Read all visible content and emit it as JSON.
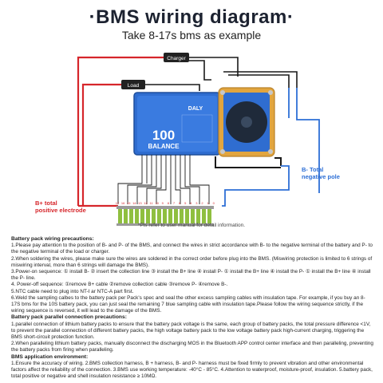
{
  "header": {
    "title": "·BMS wiring diagram·",
    "subtitle": "Take 8-17s bms as example"
  },
  "diagram": {
    "charger_label": "Charger",
    "load_label": "Load",
    "brand": "DALY",
    "product_number": "100",
    "product_name": "BALANCE",
    "b_plus_label_line1": "B+ total",
    "b_plus_label_line2": "positive electrode",
    "b_minus_label_line1": "B- Total",
    "b_minus_label_line2": "negative pole",
    "wire_numbers": [
      "17",
      "16",
      "15",
      "14",
      "13",
      "12",
      "11",
      "10",
      "9",
      "8",
      "7",
      "6",
      "5",
      "4",
      "3",
      "2",
      "1",
      "0"
    ],
    "colors": {
      "red_wire": "#d6262b",
      "blue_wire": "#2d6fd6",
      "black_wire": "#1a1a1a",
      "bms_panel": "#2f6dd0",
      "heatsink": "#e2a53e",
      "battery_cell": "#8fbf3f"
    }
  },
  "note": "*Pls refer to user manual for detail information.",
  "instructions": {
    "wiring_title": "Battery pack wiring precautions:",
    "wiring_items": [
      "1.Please pay attention to the position of B- and P- of the BMS, and connect the wires in strict accordance with B- to the negative terminal of the battery and P- to the negative terminal of the load or charger.",
      "2.When soldering the wires, please make sure the wires are soldered in the correct order before plug into the BMS. (Miswiring protection is limited to 6 strings of miswiring interval, more than 6 strings will damage the BMS).",
      "3.Power-on sequence: ① install B- ② insert the collection line ③ install the B+ line ④ install P- ① install the B+ line ④ install the P- ① install the B+ line ④ install the P- line.",
      "4. Power-off sequence: ①remove B+ cable ②remove collection cable ③remove P- ④remove B-.",
      "5.NTC cable need to plug into NT-I ar NTC-A part first.",
      "6.Weld the sampling calbes to the battery pack per Pack's spec and seal the other excess sampling cables with insulation tape. For example, if you buy an 8-17S bms for the 10S battery pack, you can just seal the remaining 7 blue sampling cable with insulation tape.Please follow the wiring sequence strictly, if the wiring sequence is reversed, it will lead to the damage of the BMS."
    ],
    "parallel_title": "Battery pack parallel connection precautions:",
    "parallel_items": [
      "1.parallel connection of lithium battery packs to ensure that the battery pack voltage is the same, each group of battery packs, the total pressure difference <1V, to prevent the parallel connection of different battery packs, the high voltage battery pack to the low voltage battery pack high-current charging, triggering the BMS short-circuit protection function.",
      "2.When paralleling lithium battery packs, manually disconnect the discharging MOS in the Bluetooth APP control center interface and then paralleling, preventing the battery packs from firing when paralleling."
    ],
    "env_title": "BMS application environment:",
    "env_items": [
      "1.Ensure the accuracy of wiring.   2.BMS collection harness, B + harness, B- and P- harness must be fixed firmly to prevent vibration and other environmental factors affect the reliability of the connection.   3.BMS use working temperature: -40°C - 85°C.   4.Attention to waterproof, moisture-proof, insulation.   5.battery pack, total positive or negative and shell insulation resistance ≥ 10MΩ."
    ]
  }
}
